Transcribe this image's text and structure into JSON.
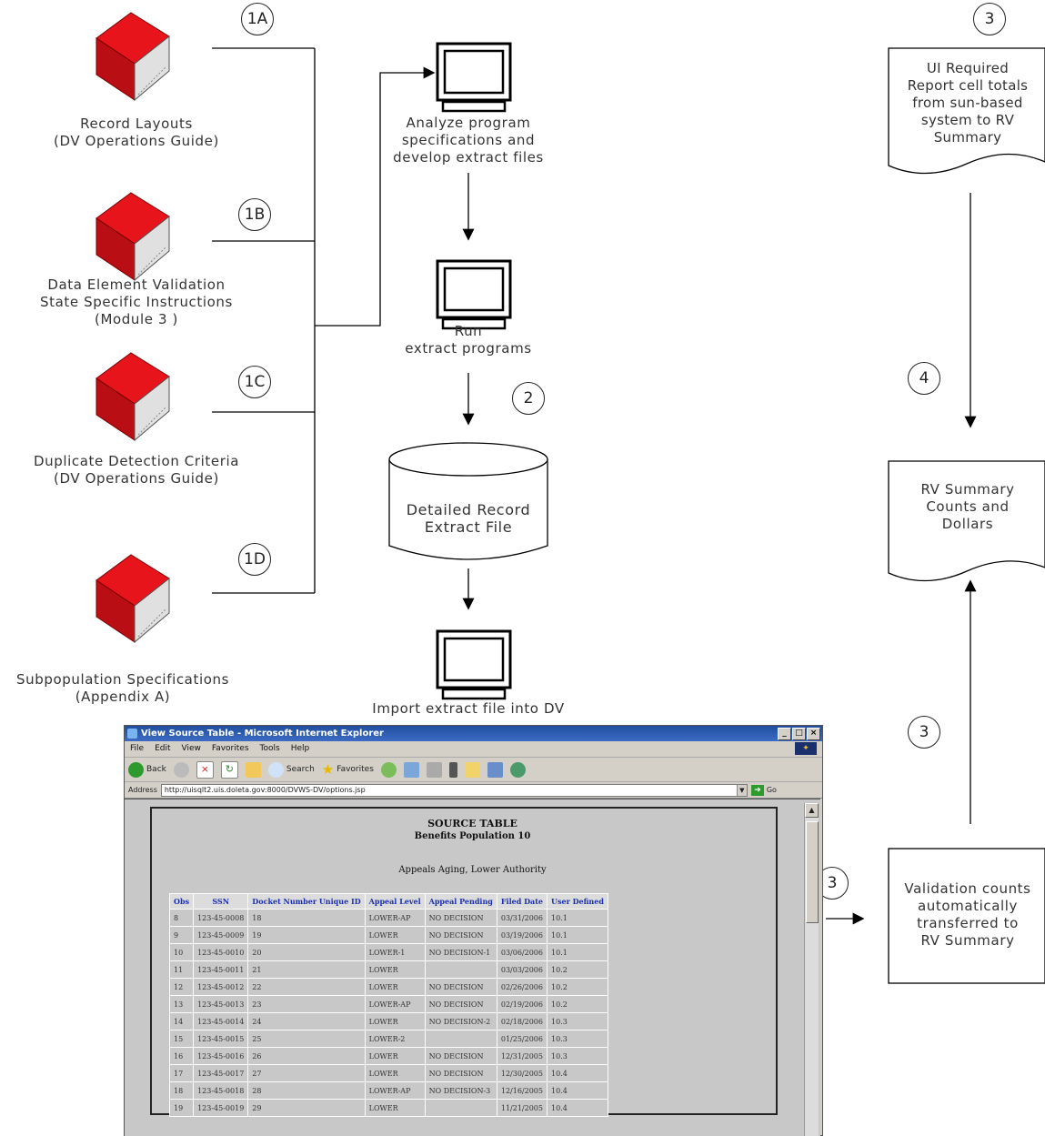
{
  "steps": {
    "s1a": "1A",
    "s1b": "1B",
    "s1c": "1C",
    "s1d": "1D",
    "s2": "2",
    "s3_top": "3",
    "s3_mid": "3",
    "s3_partial": "3",
    "s4": "4"
  },
  "sources": {
    "record_layouts": [
      "Record Layouts",
      "(DV Operations Guide)"
    ],
    "data_element": [
      "Data Element Validation",
      "State Specific Instructions",
      "(Module 3 )"
    ],
    "duplicate": [
      "Duplicate Detection Criteria",
      "(DV Operations Guide)"
    ],
    "subpop": [
      "Subpopulation Specifications",
      "(Appendix A)"
    ]
  },
  "process": {
    "analyze": [
      "Analyze program",
      "specifications and",
      "develop extract files"
    ],
    "run": [
      "Run",
      "extract programs"
    ],
    "extract_file": [
      "Detailed Record",
      "Extract File"
    ],
    "import": "Import extract file into DV"
  },
  "reports": {
    "ui_required": [
      "UI Required",
      "Report cell totals",
      "from sun-based",
      "system to RV",
      "Summary"
    ],
    "rv_summary": [
      "RV Summary",
      "Counts and",
      "Dollars"
    ],
    "validation": [
      "Validation counts",
      "automatically",
      "transferred to",
      "RV Summary"
    ]
  },
  "browser": {
    "title": "View Source Table - Microsoft Internet Explorer",
    "menu": [
      "File",
      "Edit",
      "View",
      "Favorites",
      "Tools",
      "Help"
    ],
    "toolbar": {
      "back": "Back",
      "search": "Search",
      "favorites": "Favorites"
    },
    "address_label": "Address",
    "address": "http://uisqlt2.uis.doleta.gov:8000/DVWS-DV/options.jsp",
    "go": "Go"
  },
  "source_table": {
    "title": "SOURCE TABLE",
    "subtitle": "Benefits Population 10",
    "section": "Appeals Aging, Lower Authority",
    "headers": [
      "Obs",
      "SSN",
      "Docket Number Unique ID",
      "Appeal Level",
      "Appeal Pending",
      "Filed Date",
      "User Defined"
    ],
    "rows": [
      [
        "8",
        "123-45-0008",
        "18",
        "LOWER-AP",
        "NO DECISION",
        "03/31/2006",
        "10.1"
      ],
      [
        "9",
        "123-45-0009",
        "19",
        "LOWER",
        "NO DECISION",
        "03/19/2006",
        "10.1"
      ],
      [
        "10",
        "123-45-0010",
        "20",
        "LOWER-1",
        "NO DECISION-1",
        "03/06/2006",
        "10.1"
      ],
      [
        "11",
        "123-45-0011",
        "21",
        "LOWER",
        "",
        "03/03/2006",
        "10.2"
      ],
      [
        "12",
        "123-45-0012",
        "22",
        "LOWER",
        "NO DECISION",
        "02/26/2006",
        "10.2"
      ],
      [
        "13",
        "123-45-0013",
        "23",
        "LOWER-AP",
        "NO DECISION",
        "02/19/2006",
        "10.2"
      ],
      [
        "14",
        "123-45-0014",
        "24",
        "LOWER",
        "NO DECISION-2",
        "02/18/2006",
        "10.3"
      ],
      [
        "15",
        "123-45-0015",
        "25",
        "LOWER-2",
        "",
        "01/25/2006",
        "10.3"
      ],
      [
        "16",
        "123-45-0016",
        "26",
        "LOWER",
        "NO DECISION",
        "12/31/2005",
        "10.3"
      ],
      [
        "17",
        "123-45-0017",
        "27",
        "LOWER",
        "NO DECISION",
        "12/30/2005",
        "10.4"
      ],
      [
        "18",
        "123-45-0018",
        "28",
        "LOWER-AP",
        "NO DECISION-3",
        "12/16/2005",
        "10.4"
      ],
      [
        "19",
        "123-45-0019",
        "29",
        "LOWER",
        "",
        "11/21/2005",
        "10.4"
      ]
    ]
  },
  "colors": {
    "book": "#e8141c",
    "accent_blue": "#1a2fb0"
  }
}
